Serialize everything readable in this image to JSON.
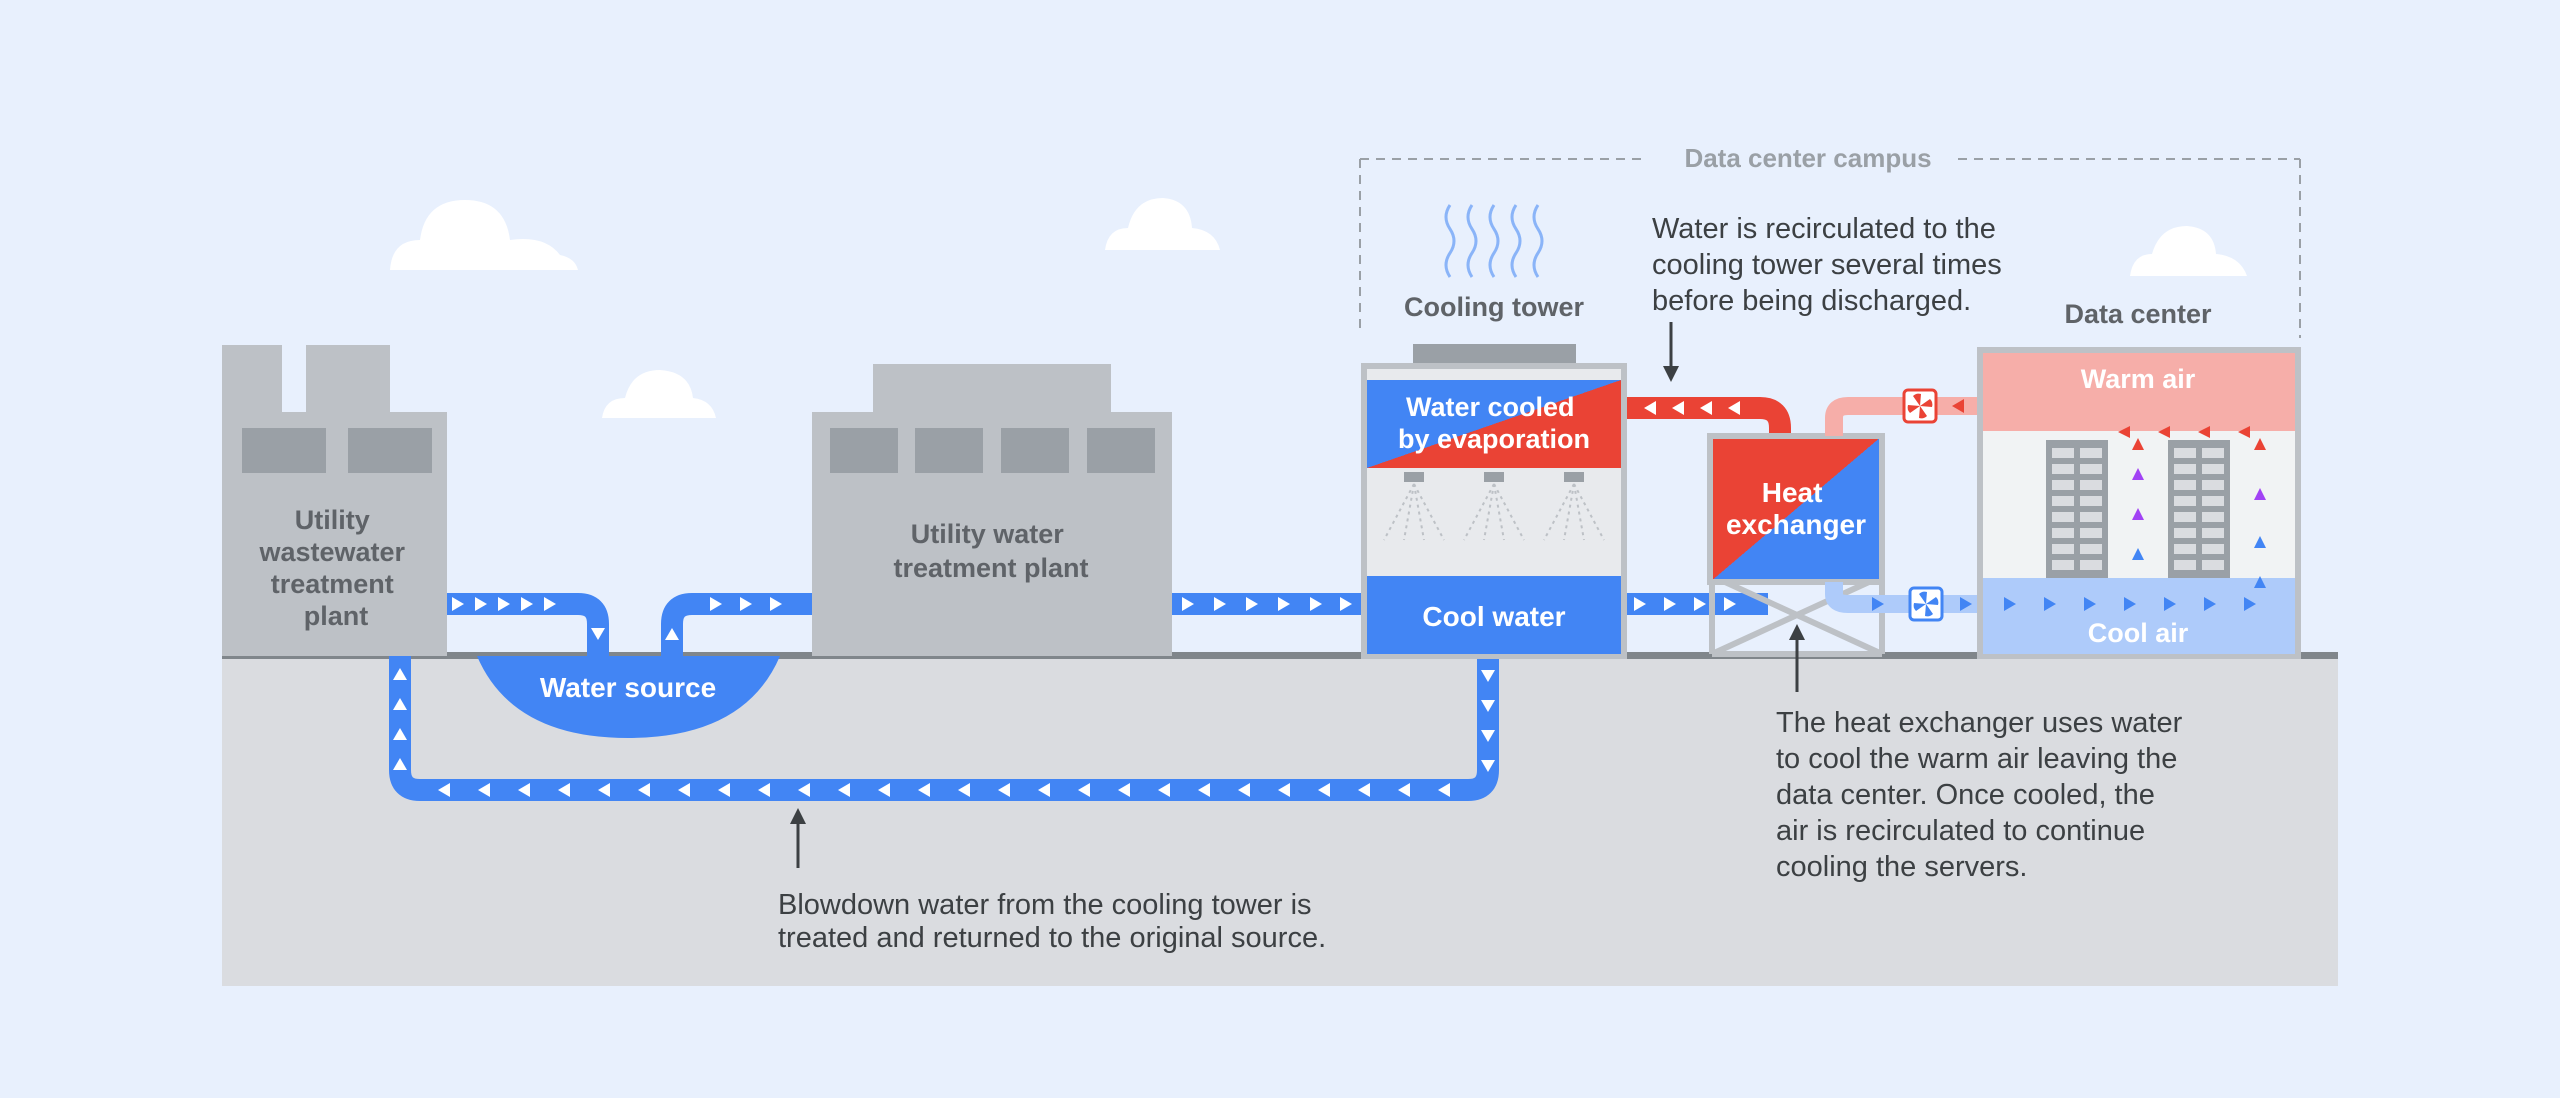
{
  "colors": {
    "background": "#e8f0fd",
    "ground": "#dadce0",
    "ground_line": "#80868b",
    "building": "#bdc1c6",
    "building_window": "#9aa0a6",
    "water_blue": "#4285f4",
    "warm_red": "#ea4335",
    "warm_air_pink": "#f6aea9",
    "cool_air_blue": "#aecbfa",
    "label_gray": "#5f6368",
    "campus_label": "#9aa0a6",
    "text_dark": "#3c4043"
  },
  "labels": {
    "campus": "Data center campus",
    "wastewater_plant": [
      "Utility",
      "wastewater",
      "treatment",
      "plant"
    ],
    "water_treatment_plant": [
      "Utility water",
      "treatment plant"
    ],
    "water_source": "Water source",
    "cooling_tower": "Cooling tower",
    "water_cooled": [
      "Water cooled",
      "by evaporation"
    ],
    "cool_water": "Cool water",
    "heat_exchanger": [
      "Heat",
      "exchanger"
    ],
    "data_center": "Data center",
    "warm_air": "Warm air",
    "cool_air": "Cool air"
  },
  "annotations": {
    "recirculated": [
      "Water is recirculated to the",
      "cooling tower several times",
      "before being discharged."
    ],
    "heat_exchanger_note": [
      "The heat exchanger uses water",
      "to cool the warm air leaving the",
      "data center. Once cooled, the",
      "air is recirculated to continue",
      "cooling the servers."
    ],
    "blowdown": [
      "Blowdown water from the cooling tower is",
      "treated and returned to the original source."
    ]
  },
  "icons": [
    "cloud-icon",
    "steam-icon",
    "fan-icon",
    "server-rack-icon",
    "spray-nozzle-icon",
    "arrow-up-icon",
    "arrow-down-icon"
  ]
}
